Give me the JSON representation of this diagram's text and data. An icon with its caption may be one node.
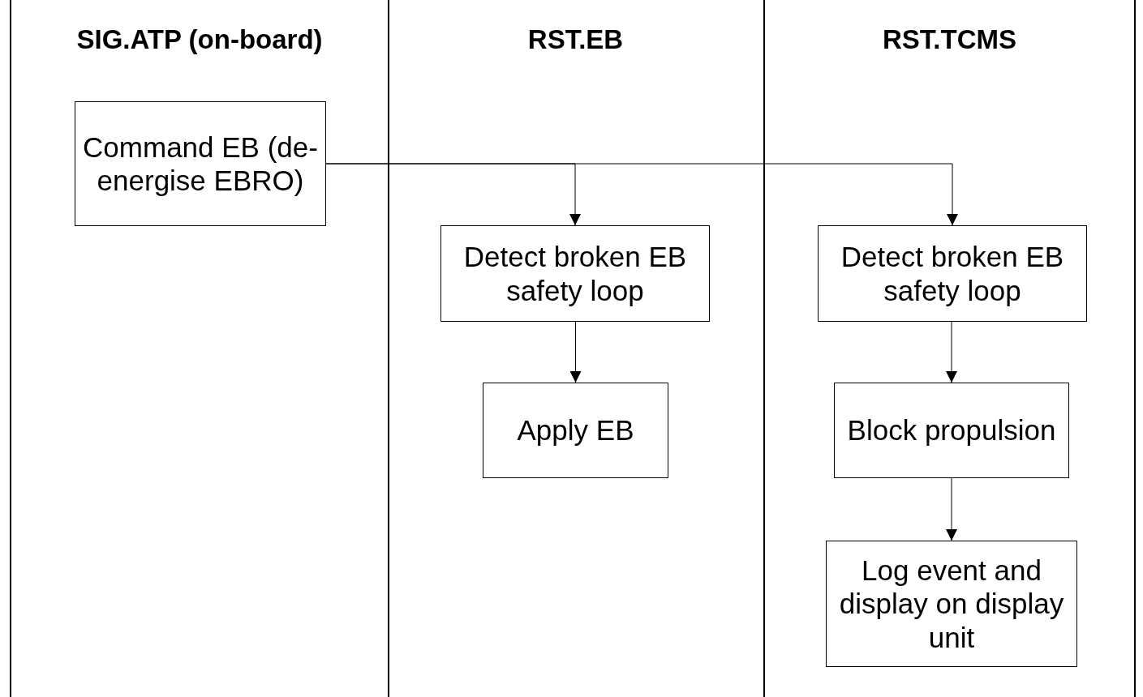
{
  "diagram": {
    "nodes": [
      {
        "text": [
          "SIG.ATP (on-board)"
        ]
      },
      {
        "text": [
          "RST.EB"
        ]
      },
      {
        "text": [
          "RST.TCMS"
        ]
      },
      {
        "text": [
          "Command EB (de-energise EBRO)"
        ],
        "in": 0
      },
      {
        "text": [
          "Detect broken EB safety loop"
        ],
        "in": 1
      },
      {
        "text": [
          "Apply EB"
        ],
        "in": 1
      },
      {
        "text": [
          "Detect broken EB safety loop"
        ],
        "in": 2
      },
      {
        "text": [
          "Block propulsion"
        ],
        "in": 2
      },
      {
        "text": [
          "Log event and display on display unit"
        ],
        "in": 2
      }
    ],
    "edges": [
      {
        "from": 3,
        "to": 4,
        "arrow": "to"
      },
      {
        "from": 3,
        "to": 6,
        "arrow": "to"
      },
      {
        "from": 4,
        "to": 5,
        "arrow": "to"
      },
      {
        "from": 6,
        "to": 7,
        "arrow": "to"
      },
      {
        "from": 7,
        "to": 8,
        "arrow": "to"
      }
    ]
  }
}
